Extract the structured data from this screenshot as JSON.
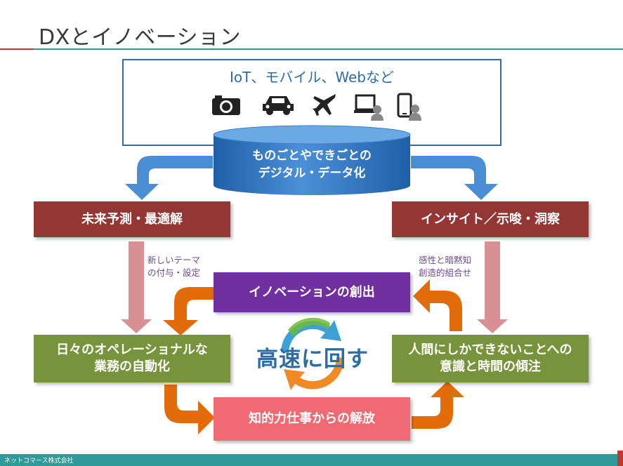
{
  "page": {
    "title": "DXとイノベーション"
  },
  "sources": {
    "title": "IoT、モバイル、Webなど",
    "icons": [
      "camera-icon",
      "car-icon",
      "airplane-icon",
      "laptop-user-icon",
      "smartphone-user-icon"
    ]
  },
  "database": {
    "line1": "ものごとやできごとの",
    "line2": "デジタル・データ化"
  },
  "boxes": {
    "prediction": "未来予測・最適解",
    "insight": "インサイト／示唆・洞察",
    "innovation": "イノベーションの創出",
    "automation_line1": "日々のオペレーショナルな",
    "automation_line2": "業務の自動化",
    "human_line1": "人間にしかできないことへの",
    "human_line2": "意識と時間の傾注",
    "liberation": "知的力仕事からの解放"
  },
  "notes": {
    "left_line1": "新しいテーマ",
    "left_line2": "の付与・設定",
    "right_line1": "感性と暗黙知",
    "right_line2": "創造的組合せ"
  },
  "center": {
    "label": "高速に回す"
  },
  "footer": {
    "company": "ネットコマース株式会社"
  },
  "colors": {
    "accent_blue": "#2e6da4",
    "maroon": "#943634",
    "purple": "#7030a0",
    "green": "#77933c",
    "pink": "#ef6a72",
    "orange": "#e36c0a",
    "teal": "#2f9a98"
  }
}
